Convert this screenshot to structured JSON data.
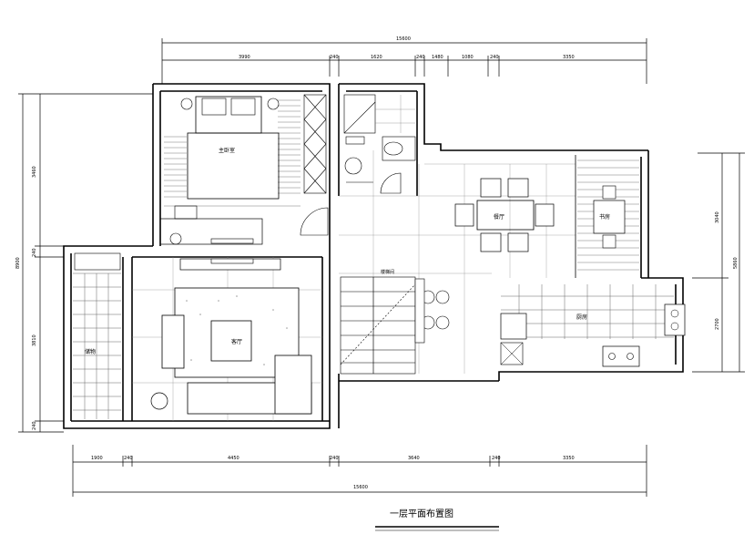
{
  "drawing": {
    "title": "一层平面布置图"
  },
  "dimensions": {
    "top_total": "15600",
    "top_segments": [
      "3990",
      "240",
      "1620",
      "240",
      "1480",
      "1080",
      "240",
      "3350"
    ],
    "bottom_total": "15600",
    "bottom_segments": [
      "1900",
      "240",
      "4450",
      "240",
      "3640",
      "240",
      "3350"
    ],
    "left_total": "8900",
    "left_segments": [
      "3460",
      "240",
      "3810",
      "240"
    ],
    "right_segments": [
      "3040",
      "5860",
      "2700"
    ]
  },
  "rooms": {
    "master_bedroom": "主卧室",
    "dining": "餐厅",
    "study": "书房",
    "living": "客厅",
    "kitchen": "厨房",
    "storage": "储物",
    "stair_note": "楼梯间"
  },
  "colors": {
    "line": "#000000",
    "background": "#ffffff"
  }
}
